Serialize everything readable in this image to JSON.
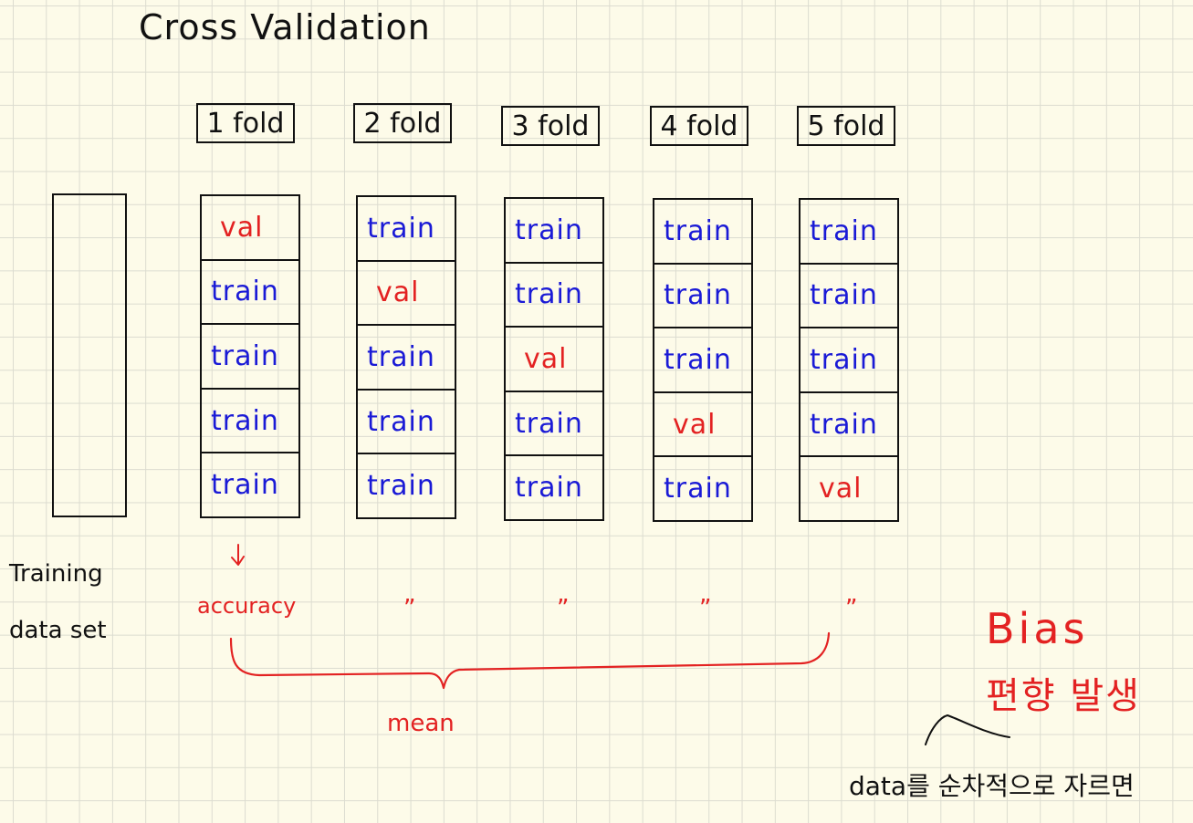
{
  "title": "Cross Validation",
  "folds": [
    {
      "label": "1 fold",
      "segments": [
        "val",
        "train",
        "train",
        "train",
        "train"
      ]
    },
    {
      "label": "2 fold",
      "segments": [
        "train",
        "val",
        "train",
        "train",
        "train"
      ]
    },
    {
      "label": "3 fold",
      "segments": [
        "train",
        "train",
        "val",
        "train",
        "train"
      ]
    },
    {
      "label": "4 fold",
      "segments": [
        "train",
        "train",
        "train",
        "val",
        "train"
      ]
    },
    {
      "label": "5 fold",
      "segments": [
        "train",
        "train",
        "train",
        "train",
        "val"
      ]
    }
  ],
  "dataset_label": {
    "line1": "Training",
    "line2": "data set"
  },
  "accuracy_label": "accuracy",
  "ditto_mark": "”",
  "mean_label": "mean",
  "bias_label": "Bias",
  "bias_korean": "편향 발생",
  "note": "data를 순차적으로 자르면",
  "colors": {
    "train": "#1a1ad6",
    "val": "#e32222",
    "annotation": "#e32222",
    "ink": "#111111",
    "paper": "#fdfbe9"
  }
}
